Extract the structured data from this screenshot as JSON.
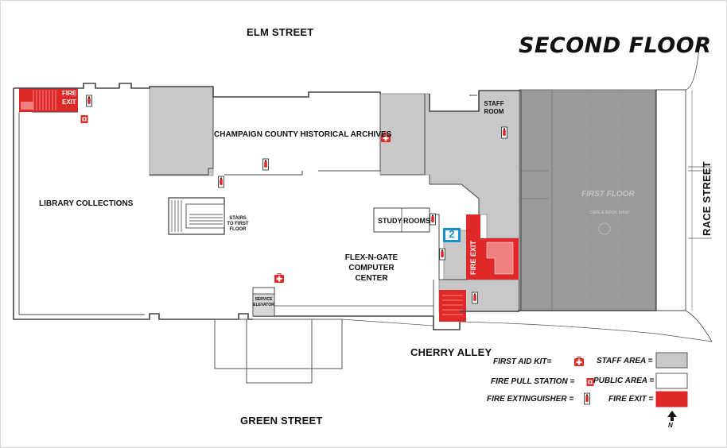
{
  "title": "SECOND FLOOR",
  "streets": {
    "north": "ELM STREET",
    "south": "GREEN STREET",
    "east": "RACE STREET",
    "alley": "CHERRY ALLEY"
  },
  "rooms": {
    "archives": "CHAMPAIGN COUNTY HISTORICAL ARCHIVES",
    "library": "LIBRARY COLLECTIONS",
    "study": "STUDY",
    "rooms": "ROOMS",
    "computer_1": "FLEX-N-GATE",
    "computer_2": "COMPUTER",
    "computer_3": "CENTER",
    "staff_1": "STAFF",
    "staff_2": "ROOM",
    "stairs_1": "STAIRS",
    "stairs_2": "TO FIRST",
    "stairs_3": "FLOOR",
    "elevator_1": "SERVICE",
    "elevator_2": "ELEVATOR",
    "first_floor": "FIRST FLOOR",
    "cafe": "CAFE & BOOK SHOP"
  },
  "fire_exit_1": "FIRE",
  "fire_exit_2": "EXIT",
  "fire_exit_vertical": "FIRE EXIT",
  "elevator_number": "2",
  "legend": {
    "first_aid": "FIRST AID KIT=",
    "pull_station": "FIRE PULL STATION =",
    "extinguisher": "FIRE EXTINGUISHER =",
    "staff_area": "STAFF AREA =",
    "public_area": "PUBLIC AREA =",
    "fire_exit": "FIRE EXIT ="
  },
  "north_arrow": "N",
  "colors": {
    "staff": "#c8c8c8",
    "first_floor": "#9a9a9a",
    "fire_exit": "#e02828",
    "public": "#ffffff",
    "elevator_sign": "#1e8fd0"
  },
  "icons": {
    "first_aid": "first-aid-kit-icon",
    "pull_station": "fire-pull-station-icon",
    "extinguisher": "fire-extinguisher-icon",
    "elevator": "elevator-sign-icon",
    "north": "north-arrow-icon"
  }
}
